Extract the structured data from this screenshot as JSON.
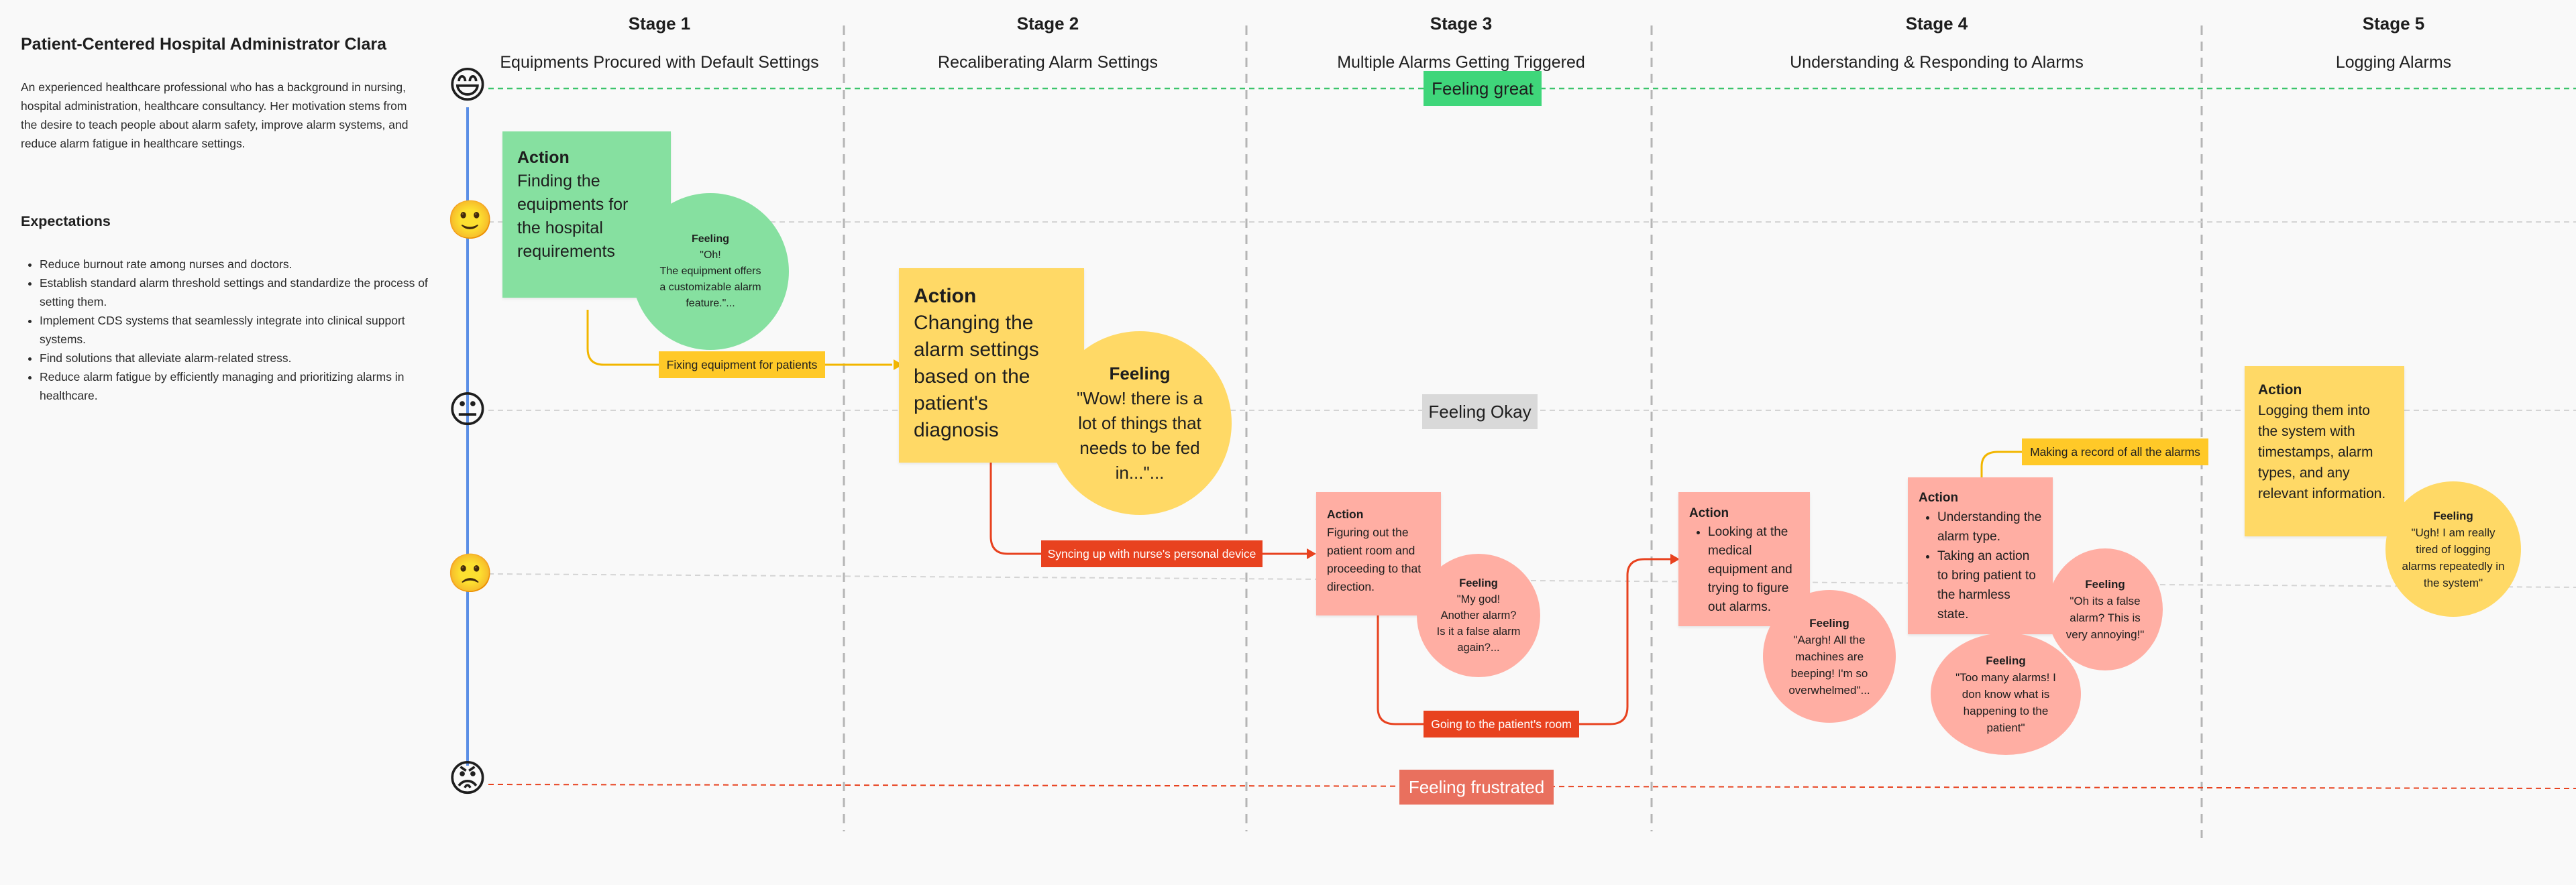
{
  "persona": {
    "title": "Patient-Centered Hospital Administrator Clara",
    "description": "An experienced healthcare professional who has a background in nursing, hospital administration, healthcare consultancy. Her motivation stems from the desire to teach people about alarm safety, improve alarm systems, and reduce alarm fatigue in healthcare settings.",
    "expectations_title": "Expectations",
    "expectations": [
      "Reduce burnout rate among nurses and doctors.",
      "Establish standard alarm threshold settings and standardize the process of setting them.",
      "Implement CDS systems that seamlessly integrate into clinical support systems.",
      "Find solutions that alleviate alarm-related stress.",
      "Reduce alarm fatigue by efficiently managing and prioritizing alarms in healthcare."
    ]
  },
  "stages": [
    {
      "num": "Stage 1",
      "name": "Equipments Procured with Default Settings"
    },
    {
      "num": "Stage 2",
      "name": "Recaliberating Alarm Settings"
    },
    {
      "num": "Stage 3",
      "name": "Multiple Alarms Getting Triggered"
    },
    {
      "num": "Stage 4",
      "name": "Understanding & Responding to Alarms"
    },
    {
      "num": "Stage 5",
      "name": "Logging Alarms"
    }
  ],
  "emojis": [
    "😄",
    "🙂",
    "😐",
    "🙁",
    "😡"
  ],
  "feeling_levels": {
    "great": "Feeling great",
    "okay": "Feeling Okay",
    "frustrated": "Feeling frustrated"
  },
  "colors": {
    "green": "#86e0a0",
    "green_pill": "#3fd67a",
    "yellow": "#ffd966",
    "red": "#ffaea3",
    "red_pill": "#e9705e",
    "red_line": "#e8421f",
    "yellow_line": "#f2b600",
    "blue_line": "#5b8fe6"
  },
  "cards": {
    "s1_action_title": "Action",
    "s1_action": "Finding the equipments for the hospital requirements",
    "s1_feel_title": "Feeling",
    "s1_feel": "\"Oh!\nThe equipment offers\na customizable alarm feature.\"...",
    "s2_action_title": "Action",
    "s2_action": "Changing the alarm settings based on the patient's diagnosis",
    "s2_feel_title": "Feeling",
    "s2_feel": "\"Wow! there is a lot of things that needs to be fed in...\"...",
    "s3_action_title": "Action",
    "s3_action": "Figuring out the patient room and proceeding to that direction.",
    "s3_feel_title": "Feeling",
    "s3_feel": "\"My god!\nAnother alarm?\nIs it a false alarm again?...",
    "s4a_action_title": "Action",
    "s4a_action": "Looking at the medical equipment and trying to figure out alarms.",
    "s4a_feel_title": "Feeling",
    "s4a_feel": "\"Aargh! All the machines are beeping! I'm so overwhelmed\"...",
    "s4b_action_title": "Action",
    "s4b_action_1": "Understanding the alarm type.",
    "s4b_action_2": "Taking an action to bring patient to the harmless state.",
    "s4b_feel_title": "Feeling",
    "s4b_feel": "\"Oh its a false alarm? This is very annoying!\"",
    "s4c_feel_title": "Feeling",
    "s4c_feel": "\"Too many alarms! I don know what is happening to the patient\"",
    "s5_action_title": "Action",
    "s5_action": "Logging them into the system with timestamps, alarm types, and any relevant information.",
    "s5_feel_title": "Feeling",
    "s5_feel": "\"Ugh! I am really tired of logging alarms repeatedly in the system\""
  },
  "connectors": {
    "c1": "Fixing equipment for patients",
    "c2": "Syncing up with nurse's personal device",
    "c3": "Going to the patient's room",
    "c4": "Making a record of all the alarms"
  }
}
